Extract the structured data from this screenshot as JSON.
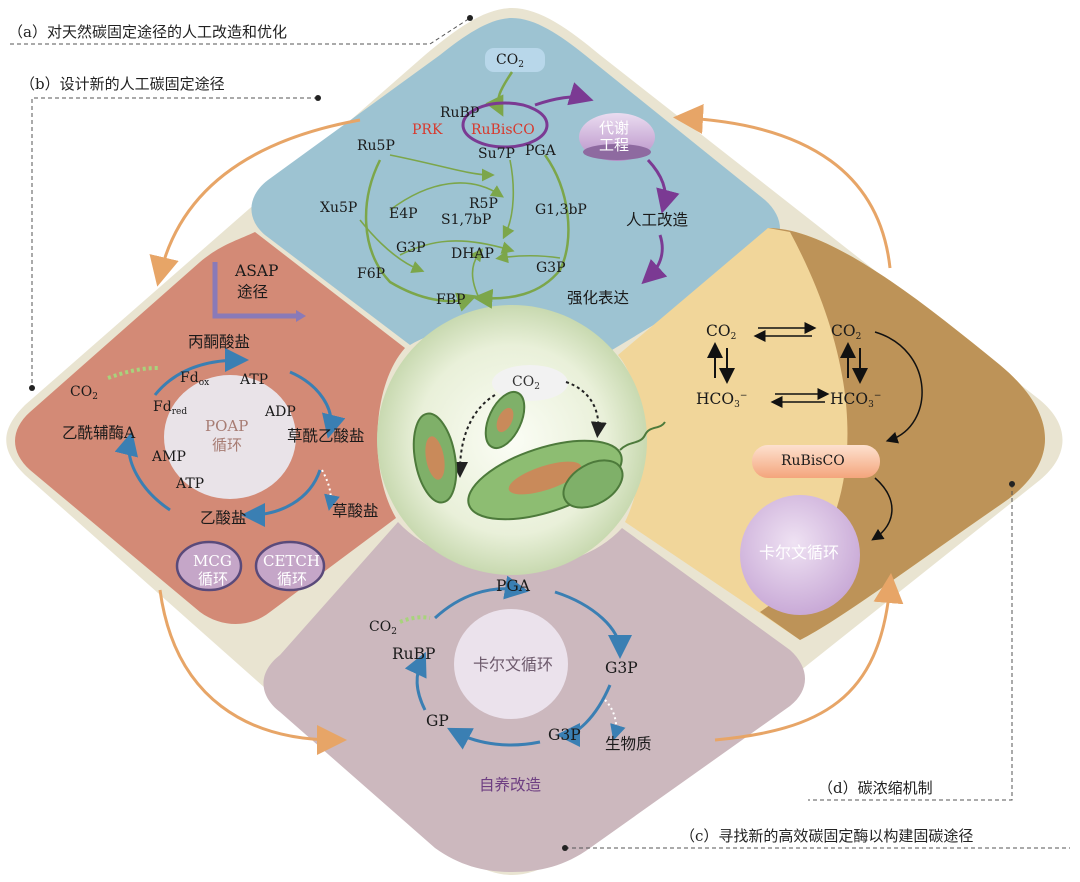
{
  "colors": {
    "top_panel": "#9dc3d2",
    "left_panel": "#d38a76",
    "bottom_panel": "#ccb8be",
    "right_panel_light": "#f1d69a",
    "right_panel_dark": "#bd9358",
    "background_diamond": "#e9e4d1",
    "center_circle": "#f3f6e8",
    "loop_arrows": "#e7a567",
    "cycle_green": "#7ca64a",
    "cycle_blue": "#3a7fb3",
    "purple_arrow": "#7b3a93",
    "accent_red": "#d8382c"
  },
  "captions": {
    "a": "（a）对天然碳固定途径的人工改造和优化",
    "b": "（b）设计新的人工碳固定途径",
    "c": "（c）寻找新的高效碳固定酶以构建固碳途径",
    "d": "（d）碳浓缩机制"
  },
  "top_panel": {
    "co2": "CO",
    "co2_sub": "2",
    "rubp": "RuBP",
    "prk": "PRK",
    "rubisco": "RuBisCO",
    "ru5p": "Ru5P",
    "su7p": "Su7P",
    "pga": "PGA",
    "xu5p": "Xu5P",
    "e4p": "E4P",
    "r5p": "R5P",
    "s17bp": "S1,7bP",
    "g13bp": "G1,3bP",
    "g3p_left": "G3P",
    "dhap": "DHAP",
    "g3p_right": "G3P",
    "f6p": "F6P",
    "fbp": "FBP",
    "metabolic_line1": "代谢",
    "metabolic_line2": "工程",
    "artificial_mod": "人工改造",
    "enhanced_expr": "强化表达"
  },
  "left_panel": {
    "asap_line1": "ASAP",
    "asap_line2": "途径",
    "pyruvate": "丙酮酸盐",
    "co2": "CO",
    "co2_sub": "2",
    "fd_ox": "Fd",
    "fd_ox_sub": "ox",
    "atp_top": "ATP",
    "fd_red": "Fd",
    "fd_red_sub": "red",
    "adp": "ADP",
    "acetyl_coa": "乙酰辅酶A",
    "poap_line1": "POAP",
    "poap_line2": "循环",
    "oxaloacetate": "草酰乙酸盐",
    "amp": "AMP",
    "atp_bottom": "ATP",
    "oxalate": "草酸盐",
    "acetate": "乙酸盐",
    "mcg_line1": "MCG",
    "mcg_line2": "循环",
    "cetch_line1": "CETCH",
    "cetch_line2": "循环"
  },
  "center": {
    "co2": "CO",
    "co2_sub": "2"
  },
  "right_panel": {
    "co2_left": "CO",
    "co2_right": "CO",
    "co2_sub": "2",
    "hco3_left": "HCO",
    "hco3_right": "HCO",
    "hco3_sub": "3",
    "hco3_sup": "−",
    "rubisco": "RuBisCO",
    "calvin": "卡尔文循环"
  },
  "bottom_panel": {
    "pga": "PGA",
    "co2": "CO",
    "co2_sub": "2",
    "rubp": "RuBP",
    "calvin": "卡尔文循环",
    "g3p_right": "G3P",
    "gp": "GP",
    "g3p_bottom": "G3P",
    "biomass": "生物质",
    "autotroph": "自养改造"
  }
}
